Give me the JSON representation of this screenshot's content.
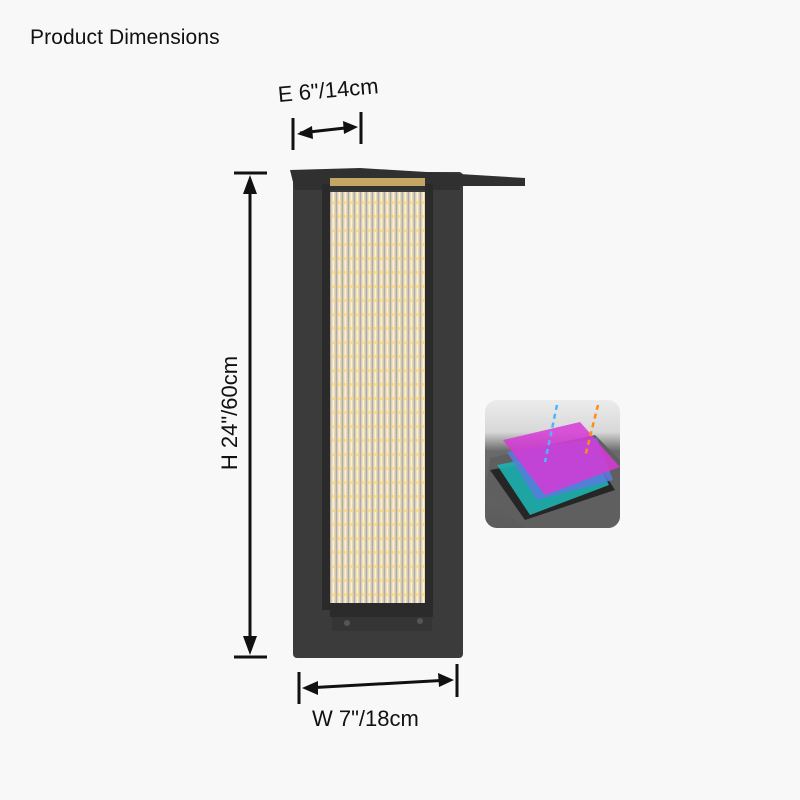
{
  "title": "Product Dimensions",
  "dimensions": {
    "extension": "E 6\"/14cm",
    "height": "H 24\"/60cm",
    "width": "W 7\"/18cm"
  },
  "product": {
    "type": "wall-lamp",
    "finish_color": "#3a3a3a",
    "light_color": "#f3d58a"
  },
  "inset": {
    "icon": "layered-coating-icon",
    "layer_colors": [
      "#2b2b2b",
      "#1fb3b3",
      "#5a7be0",
      "#d63ad6"
    ],
    "ray_colors": [
      "#4fb3ff",
      "#ff8c1a"
    ]
  }
}
